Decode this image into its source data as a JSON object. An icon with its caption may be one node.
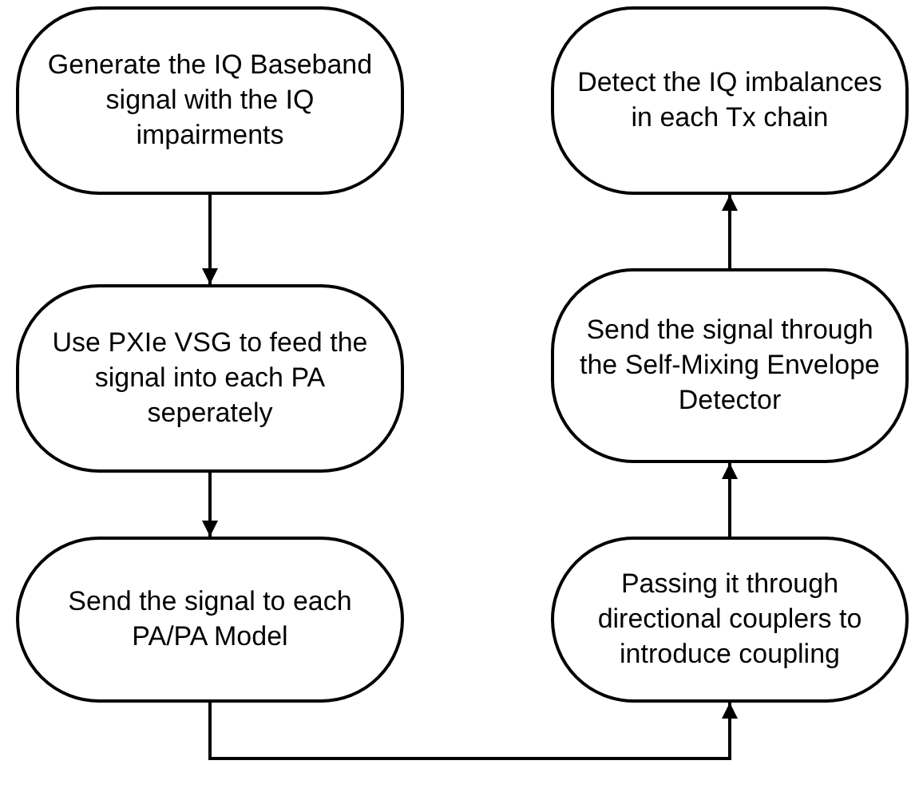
{
  "diagram": {
    "nodes": [
      {
        "text": [
          "Generate the IQ Baseband signal with the IQ impairments"
        ]
      },
      {
        "text": [
          "Use PXIe VSG to feed the signal into each PA seperately"
        ]
      },
      {
        "text": [
          "Send the signal to each PA/PA Model"
        ]
      },
      {
        "text": [
          "Passing it through directional couplers to introduce coupling"
        ]
      },
      {
        "text": [
          "Send the signal through the Self-Mixing Envelope Detector"
        ]
      },
      {
        "text": [
          "Detect the IQ imbalances in each Tx chain"
        ]
      }
    ],
    "edges": [
      {
        "from": 0,
        "to": 1,
        "arrow": "to"
      },
      {
        "from": 1,
        "to": 2,
        "arrow": "to"
      },
      {
        "from": 2,
        "to": 3,
        "arrow": "to"
      },
      {
        "from": 3,
        "to": 4,
        "arrow": "to"
      },
      {
        "from": 4,
        "to": 5,
        "arrow": "to"
      }
    ]
  }
}
